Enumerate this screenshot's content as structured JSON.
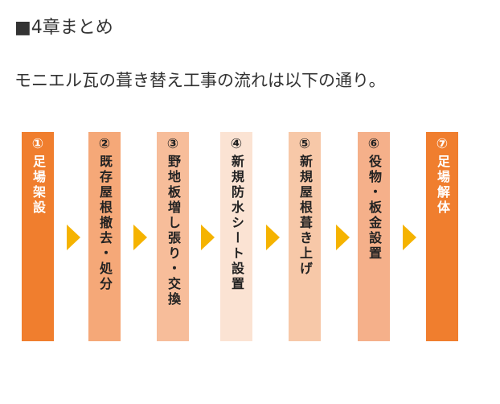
{
  "heading": "■4章まとめ",
  "lead": "モニエル瓦の葺き替え工事の流れは以下の通り。",
  "colors": {
    "arrow": "#f5b300",
    "step_dark": "#f07e2e",
    "step_mid": "#f5a878",
    "step_light": "#fbe3d3"
  },
  "arrow_icon": "triangle-right-icon",
  "steps": [
    {
      "num": "①",
      "text": "足場架設"
    },
    {
      "num": "②",
      "text": "既存屋根撤去・処分"
    },
    {
      "num": "③",
      "text": "野地板増し張り・交換"
    },
    {
      "num": "④",
      "text": "新規防水シート設置"
    },
    {
      "num": "⑤",
      "text": "新規屋根葺き上げ"
    },
    {
      "num": "⑥",
      "text": "役物・板金設置"
    },
    {
      "num": "⑦",
      "text": "足場解体"
    }
  ]
}
